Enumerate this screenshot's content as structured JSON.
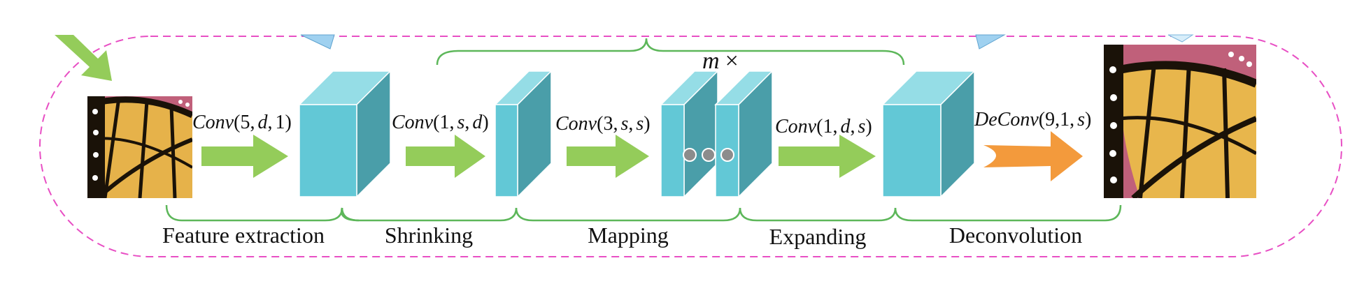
{
  "colors": {
    "cube_front": "#62c8d6",
    "cube_top": "#95dde6",
    "cube_side": "#4a9ea9",
    "arrow_green": "#94cc5a",
    "arrow_orange": "#f39a3c",
    "brace": "#5db75a",
    "loop_dash": "#e84fc4",
    "dot": "#8c8c8c"
  },
  "operations": [
    {
      "name": "Conv",
      "args": [
        "5",
        "d",
        "1"
      ]
    },
    {
      "name": "Conv",
      "args": [
        "1",
        "s",
        "d"
      ]
    },
    {
      "name": "Conv",
      "args": [
        "3",
        "s",
        "s"
      ]
    },
    {
      "name": "Conv",
      "args": [
        "1",
        "d",
        "s"
      ]
    },
    {
      "name": "DeConv",
      "args": [
        "9",
        "1",
        "s"
      ]
    }
  ],
  "repeat_label": {
    "var": "m",
    "sym": "×"
  },
  "stages": [
    "Feature extraction",
    "Shrinking",
    "Mapping",
    "Expanding",
    "Deconvolution"
  ],
  "icons": [
    "butterfly-input-image",
    "butterfly-output-image",
    "feedback-arrow",
    "ellipsis-dots"
  ]
}
